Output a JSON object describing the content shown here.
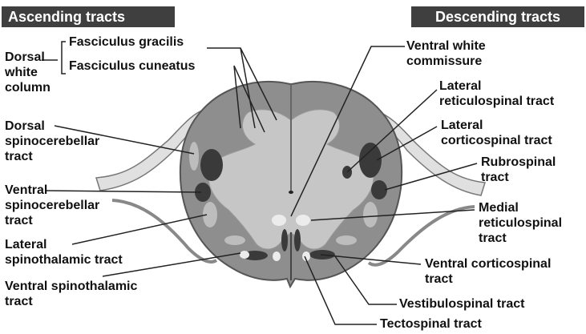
{
  "headers": {
    "ascending": "Ascending tracts",
    "descending": "Descending tracts"
  },
  "labels": {
    "dorsal_white_column": [
      "Dorsal",
      "white",
      "column"
    ],
    "fasciculus_gracilis": "Fasciculus gracilis",
    "fasciculus_cuneatus": "Fasciculus cuneatus",
    "dorsal_spinocerebellar": [
      "Dorsal",
      "spinocerebellar",
      "tract"
    ],
    "ventral_spinocerebellar": [
      "Ventral",
      "spinocerebellar",
      "tract"
    ],
    "lateral_spinothalamic": [
      "Lateral",
      "spinothalamic tract"
    ],
    "ventral_spinothalamic": [
      "Ventral spinothalamic",
      "tract"
    ],
    "ventral_white_commissure": [
      "Ventral white",
      "commissure"
    ],
    "lateral_reticulospinal": [
      "Lateral",
      "reticulospinal tract"
    ],
    "lateral_corticospinal": [
      "Lateral",
      "corticospinal tract"
    ],
    "rubrospinal": [
      "Rubrospinal",
      "tract"
    ],
    "medial_reticulospinal": [
      "Medial",
      "reticulospinal",
      "tract"
    ],
    "ventral_corticospinal": [
      "Ventral corticospinal",
      "tract"
    ],
    "vestibulospinal": "Vestibulospinal tract",
    "tectospinal": "Tectospinal tract"
  },
  "colors": {
    "header_bg": "#3f3f3f",
    "white_matter": "#8e8e8e",
    "gray_matter": "#c6c6c6",
    "tract_dark": "#3a3a3a",
    "nerve_root": "#e0e0e0"
  }
}
